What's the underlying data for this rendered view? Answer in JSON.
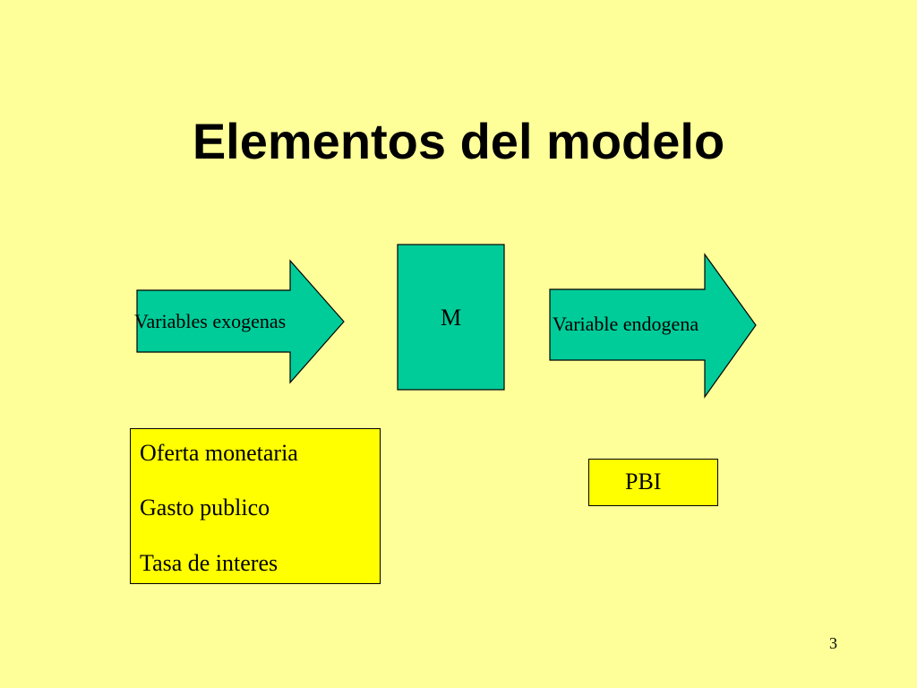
{
  "slide": {
    "title": "Elementos del modelo",
    "page_number": "3"
  },
  "diagram": {
    "input_arrow": {
      "label": "Variables exogenas"
    },
    "model_box": {
      "label": "M"
    },
    "output_arrow": {
      "label": "Variable endogena"
    },
    "exogenous_variables": [
      "Oferta monetaria",
      "Gasto publico",
      "Tasa de interes"
    ],
    "endogenous_variables": [
      "PBI"
    ]
  },
  "colors": {
    "background": "#FFFF99",
    "shape_fill": "#00CC99",
    "box_fill": "#FFFF00",
    "outline": "#000000"
  }
}
